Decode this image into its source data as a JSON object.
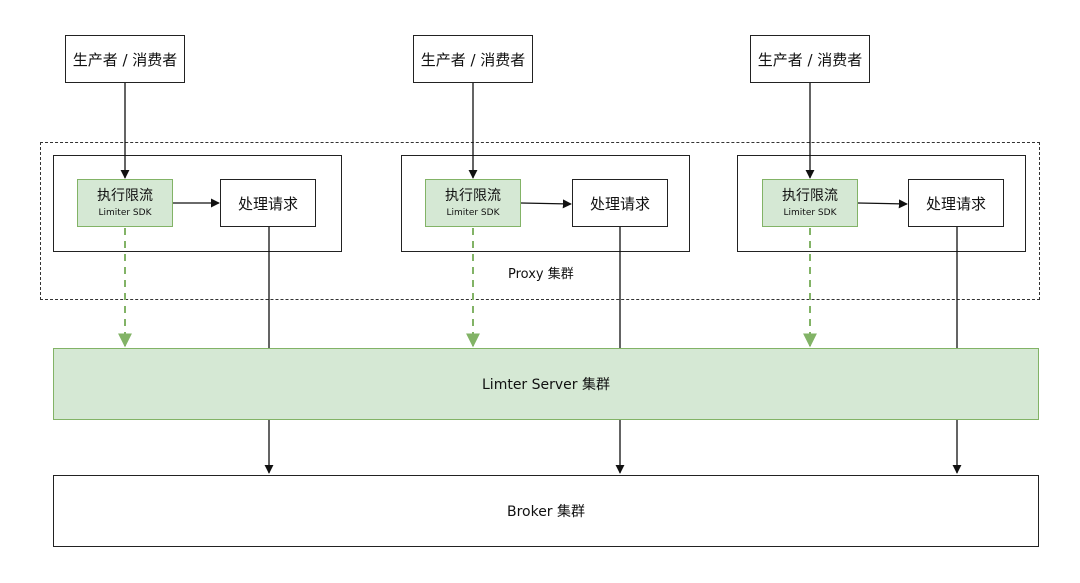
{
  "clients": [
    {
      "label": "生产者 / 消费者"
    },
    {
      "label": "生产者 / 消费者"
    },
    {
      "label": "生产者 / 消费者"
    }
  ],
  "proxies": [
    {
      "limiter_title": "执行限流",
      "limiter_sub": "Limiter SDK",
      "handler": "处理请求"
    },
    {
      "limiter_title": "执行限流",
      "limiter_sub": "Limiter SDK",
      "handler": "处理请求"
    },
    {
      "limiter_title": "执行限流",
      "limiter_sub": "Limiter SDK",
      "handler": "处理请求"
    }
  ],
  "proxy_cluster_label": "Proxy 集群",
  "limiter_server_label": "Limter Server 集群",
  "broker_label": "Broker 集群",
  "colors": {
    "green_fill": "#d5e8d4",
    "green_stroke": "#82b366",
    "line": "#111111"
  }
}
